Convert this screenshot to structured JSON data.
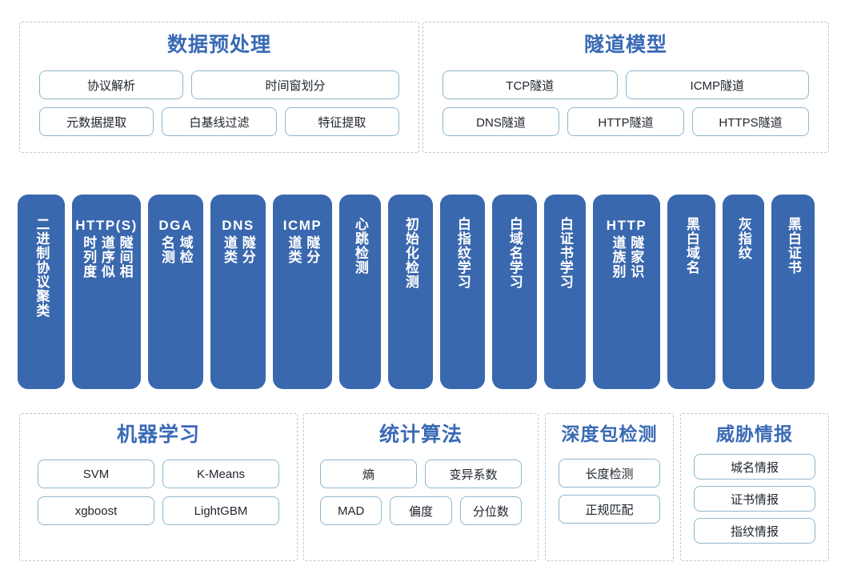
{
  "colors": {
    "panel_border": "#b9c7d6",
    "chip_border": "#8fb6cc",
    "title_blue": "#3a6ab5",
    "column_blue": "#3a68ae",
    "column_text": "#ffffff",
    "background": "#ffffff"
  },
  "top": {
    "preprocess": {
      "title": "数据预处理",
      "row1": [
        "协议解析",
        "时间窗划分"
      ],
      "row2": [
        "元数据提取",
        "白基线过滤",
        "特征提取"
      ]
    },
    "tunnel_model": {
      "title": "隧道模型",
      "row1": [
        "TCP隧道",
        "ICMP隧道"
      ],
      "row2": [
        "DNS隧道",
        "HTTP隧道",
        "HTTPS隧道"
      ]
    }
  },
  "columns": [
    {
      "latin": "",
      "lines": [
        "二进制协议聚类"
      ],
      "width": 59,
      "font": 17
    },
    {
      "latin": "HTTP(S)",
      "lines": [
        "隧间相",
        "道序似",
        "时列度"
      ],
      "width": 86,
      "font": 17
    },
    {
      "latin": "DGA",
      "lines": [
        "域检",
        "名测"
      ],
      "width": 69,
      "font": 17
    },
    {
      "latin": "DNS",
      "lines": [
        "隧分",
        "道类"
      ],
      "width": 69,
      "font": 17
    },
    {
      "latin": "ICMP",
      "lines": [
        "隧分",
        "道类"
      ],
      "width": 74,
      "font": 17
    },
    {
      "latin": "",
      "lines": [
        "心跳检测"
      ],
      "width": 52,
      "font": 17
    },
    {
      "latin": "",
      "lines": [
        "初始化检测"
      ],
      "width": 56,
      "font": 17
    },
    {
      "latin": "",
      "lines": [
        "白指纹学习"
      ],
      "width": 56,
      "font": 17
    },
    {
      "latin": "",
      "lines": [
        "白域名学习"
      ],
      "width": 56,
      "font": 17
    },
    {
      "latin": "",
      "lines": [
        "白证书学习"
      ],
      "width": 52,
      "font": 17
    },
    {
      "latin": "HTTP",
      "lines": [
        "隧家识",
        "道族别"
      ],
      "width": 84,
      "font": 17
    },
    {
      "latin": "",
      "lines": [
        "黑白域名"
      ],
      "width": 60,
      "font": 17
    },
    {
      "latin": "",
      "lines": [
        "灰指纹"
      ],
      "width": 52,
      "font": 17
    },
    {
      "latin": "",
      "lines": [
        "黑白证书"
      ],
      "width": 54,
      "font": 17
    }
  ],
  "bottom": {
    "machine_learning": {
      "title": "机器学习",
      "row1": [
        "SVM",
        "K-Means"
      ],
      "row2": [
        "xgboost",
        "LightGBM"
      ]
    },
    "statistics": {
      "title": "统计算法",
      "row1": [
        "熵",
        "变异系数"
      ],
      "row2": [
        "MAD",
        "偏度",
        "分位数"
      ]
    },
    "deep_packet_inspection": {
      "title": "深度包检测",
      "items": [
        "长度检测",
        "正规匹配"
      ]
    },
    "threat_intelligence": {
      "title": "威胁情报",
      "items": [
        "城名情报",
        "证书情报",
        "指纹情报"
      ]
    }
  }
}
